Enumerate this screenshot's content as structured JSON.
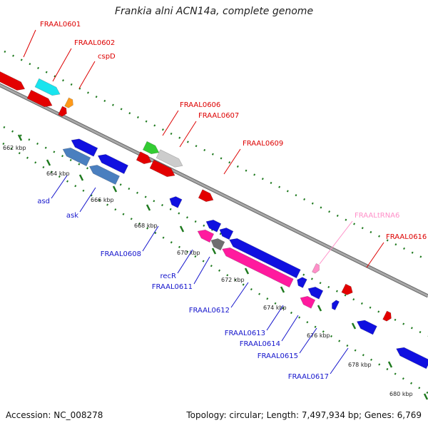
{
  "title": "Frankia alni ACN14a, complete genome",
  "footer": {
    "accession": "Accession: NC_008278",
    "topology": "Topology: circular; Length: 7,497,934 bp; Genes: 6,769"
  },
  "colors": {
    "backbone": "#8a8a8a",
    "tick": "#1f7a1f",
    "red": "#e30000",
    "blue": "#1010e0",
    "cyan": "#19e4ee",
    "orange": "#ff9a1a",
    "green": "#33cc33",
    "lightgray": "#cccccc",
    "steelblue": "#4a7fbf",
    "magenta": "#ff1a9e",
    "darkgray": "#6f6f6f",
    "pink": "#ff8fc8",
    "label_red": "#dd0000",
    "label_blue": "#1414cc",
    "label_pink": "#ff8fc8"
  },
  "scale_labels": [
    "662 kbp",
    "664 kbp",
    "666 kbp",
    "668 kbp",
    "670 kbp",
    "672 kbp",
    "674 kbp",
    "676 kbp",
    "678 kbp",
    "680 kbp"
  ],
  "features": [
    {
      "name": "FRAAL0601",
      "strand": "forward",
      "color": "red",
      "label_color": "label_red"
    },
    {
      "name": "FRAAL0602",
      "strand": "forward",
      "color": "cyan",
      "label_color": "label_red"
    },
    {
      "name": "cspD",
      "strand": "forward",
      "color": "orange",
      "label_color": "label_red"
    },
    {
      "name": "FRAAL0606",
      "strand": "forward",
      "color": "green",
      "label_color": "label_red"
    },
    {
      "name": "FRAAL0607",
      "strand": "forward",
      "color": "lightgray",
      "label_color": "label_red"
    },
    {
      "name": "FRAAL0609",
      "strand": "forward",
      "color": "red",
      "label_color": "label_red"
    },
    {
      "name": "FRAALtRNA6",
      "strand": "forward",
      "color": "pink",
      "label_color": "label_pink"
    },
    {
      "name": "FRAAL0616",
      "strand": "forward",
      "color": "red",
      "label_color": "label_red"
    },
    {
      "name": "asd",
      "strand": "reverse",
      "color": "steelblue",
      "label_color": "label_blue"
    },
    {
      "name": "ask",
      "strand": "reverse",
      "color": "steelblue",
      "label_color": "label_blue"
    },
    {
      "name": "FRAAL0608",
      "strand": "reverse",
      "color": "blue",
      "label_color": "label_blue"
    },
    {
      "name": "recR",
      "strand": "reverse",
      "color": "magenta",
      "label_color": "label_blue"
    },
    {
      "name": "FRAAL0611",
      "strand": "reverse",
      "color": "darkgray",
      "label_color": "label_blue"
    },
    {
      "name": "FRAAL0612",
      "strand": "reverse",
      "color": "magenta",
      "label_color": "label_blue"
    },
    {
      "name": "FRAAL0613",
      "strand": "reverse",
      "color": "blue",
      "label_color": "label_blue"
    },
    {
      "name": "FRAAL0614",
      "strand": "reverse",
      "color": "magenta",
      "label_color": "label_blue"
    },
    {
      "name": "FRAAL0615",
      "strand": "reverse",
      "color": "blue",
      "label_color": "label_blue"
    },
    {
      "name": "FRAAL0617",
      "strand": "reverse",
      "color": "blue",
      "label_color": "label_blue"
    }
  ]
}
